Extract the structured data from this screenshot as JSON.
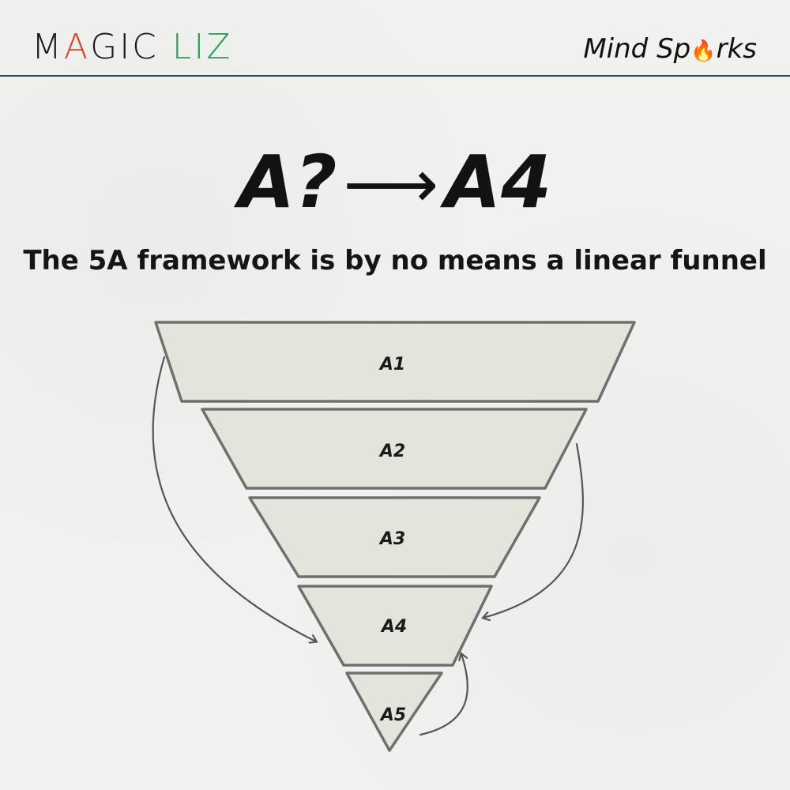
{
  "header": {
    "brand": {
      "letters": [
        {
          "ch": "M",
          "color": "#1a1a1a"
        },
        {
          "ch": "A",
          "color": "#e0402a"
        },
        {
          "ch": "G",
          "color": "#1a1a1a"
        },
        {
          "ch": "I",
          "color": "#1a1a1a"
        },
        {
          "ch": "C",
          "color": "#1a1a1a"
        },
        {
          "ch": " ",
          "color": "#1a1a1a"
        },
        {
          "ch": "L",
          "color": "#22a04b"
        },
        {
          "ch": "I",
          "color": "#22a04b"
        },
        {
          "ch": "Z",
          "color": "#22a04b"
        }
      ]
    },
    "tagline_pre": "Mind Sp",
    "tagline_post": "rks",
    "flame_icon": "flame-icon",
    "rule_color": "#2e4a62"
  },
  "title": {
    "left": "A?",
    "right": "A4"
  },
  "subtitle": "The 5A framework is by no means a linear funnel",
  "funnel": {
    "fill_color": "#e4e3dc",
    "stroke_color": "#6f6f6f",
    "layers": [
      {
        "label": "A1"
      },
      {
        "label": "A2"
      },
      {
        "label": "A3"
      },
      {
        "label": "A4"
      },
      {
        "label": "A5"
      }
    ]
  }
}
